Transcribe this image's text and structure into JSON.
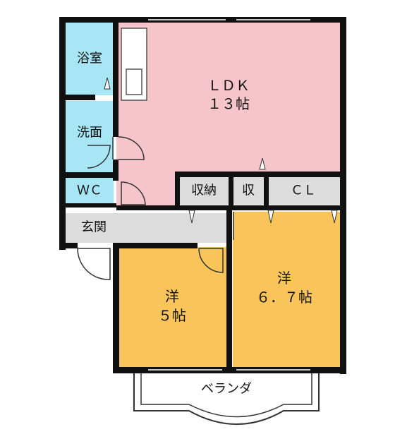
{
  "floor_plan": {
    "rooms": {
      "ldk": {
        "name": "ＬＤＫ",
        "size": "１３帖"
      },
      "bath": {
        "name": "浴室"
      },
      "washroom": {
        "name": "洗面"
      },
      "toilet": {
        "name": "ＷＣ"
      },
      "storage": {
        "name": "収納"
      },
      "storage_small": {
        "name": "収"
      },
      "closet": {
        "name": "ＣＬ"
      },
      "entrance": {
        "name": "玄関"
      },
      "western_room_left": {
        "name": "洋",
        "size": "５帖"
      },
      "western_room_right": {
        "name": "洋",
        "size": "６．７帖"
      },
      "balcony": {
        "name": "ベランダ"
      }
    },
    "colors": {
      "ldk": "#f6c5cb",
      "wet_area": "#a8e6f6",
      "western_room": "#f9c55a",
      "storage": "#dcdcdc",
      "wall": "#111111"
    }
  }
}
